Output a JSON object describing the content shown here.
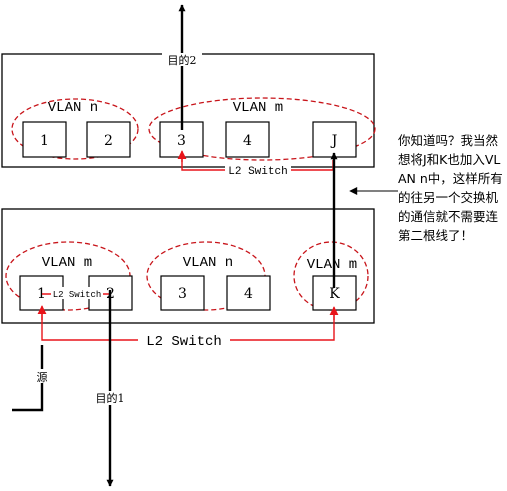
{
  "colors": {
    "link": "#e8141a",
    "vlan_outline": "#c8141a",
    "box": "#000000",
    "background": "#ffffff"
  },
  "top_switch": {
    "vlan_n_label": "VLAN n",
    "vlan_m_label": "VLAN m",
    "ports": [
      "1",
      "2",
      "3",
      "4",
      "J"
    ],
    "switch_label": "L2 Switch",
    "destination_label": "目的2"
  },
  "bottom_switch": {
    "vlan_m_left_label": "VLAN m",
    "vlan_n_label": "VLAN n",
    "vlan_m_right_label": "VLAN m",
    "ports": [
      "1",
      "2",
      "3",
      "4",
      "K"
    ],
    "inner_switch_label": "L2 Switch",
    "switch_label": "L2 Switch",
    "source_label": "源",
    "destination_label": "目的1"
  },
  "note": "你知道吗？我当然想将J和K也加入VLAN n中，这样所有的往另一个交换机的通信就不需要连第二根线了！"
}
